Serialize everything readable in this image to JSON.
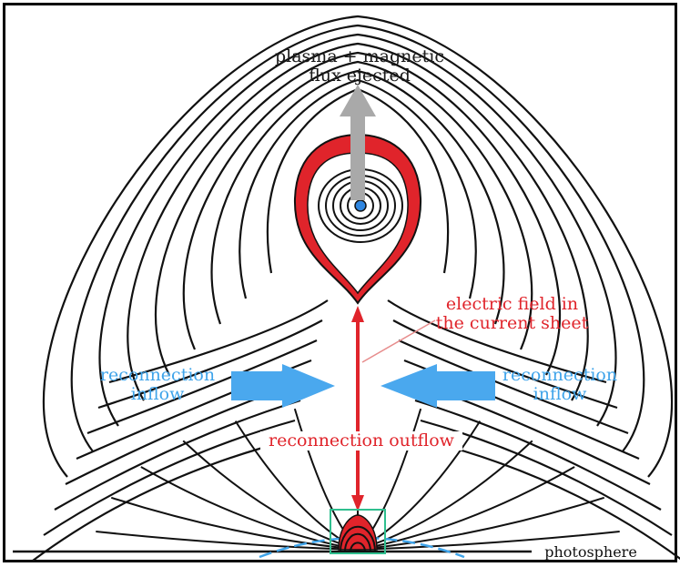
{
  "labels": {
    "ejected_line1": "plasma + magnetic",
    "ejected_line2": "flux ejected",
    "efield_line1": "electric field  in",
    "efield_line2": "the current sheet",
    "inflow_left_line1": "reconnection",
    "inflow_left_line2": "inflow",
    "inflow_right_line1": "reconnection",
    "inflow_right_line2": "inflow",
    "outflow": "reconnection outflow",
    "photosphere": "photosphere"
  },
  "colors": {
    "field_lines": "#111111",
    "flux_rope": "#e0242b",
    "inflow_arrows": "#4aa8ee",
    "ejection_arrow": "#a9a9a9",
    "frame": "#000000",
    "current_box": "#2fbf8f"
  }
}
